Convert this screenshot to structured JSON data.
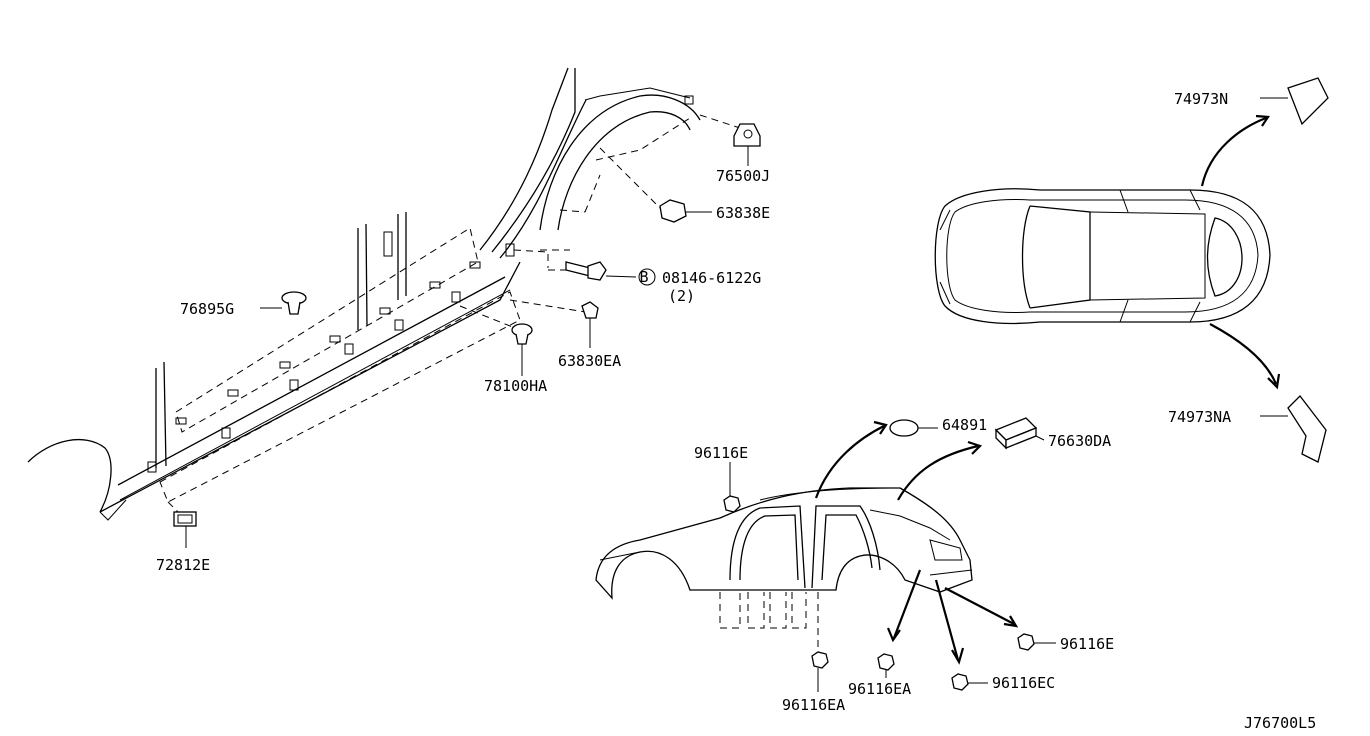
{
  "diagram_id": "J76700L5",
  "parts": {
    "p76500J": "76500J",
    "p63838E": "63838E",
    "p08146": "08146-6122G",
    "p08146_qty": "(2)",
    "p08146_badge": "B",
    "p76895G": "76895G",
    "p63830EA": "63830EA",
    "p78100HA": "78100HA",
    "p72812E": "72812E",
    "p74973N": "74973N",
    "p74973NA": "74973NA",
    "p64891": "64891",
    "p76630DA": "76630DA",
    "p96116E_top": "96116E",
    "p96116E_right": "96116E",
    "p96116EA_left": "96116EA",
    "p96116EA_mid": "96116EA",
    "p96116EC": "96116EC"
  }
}
